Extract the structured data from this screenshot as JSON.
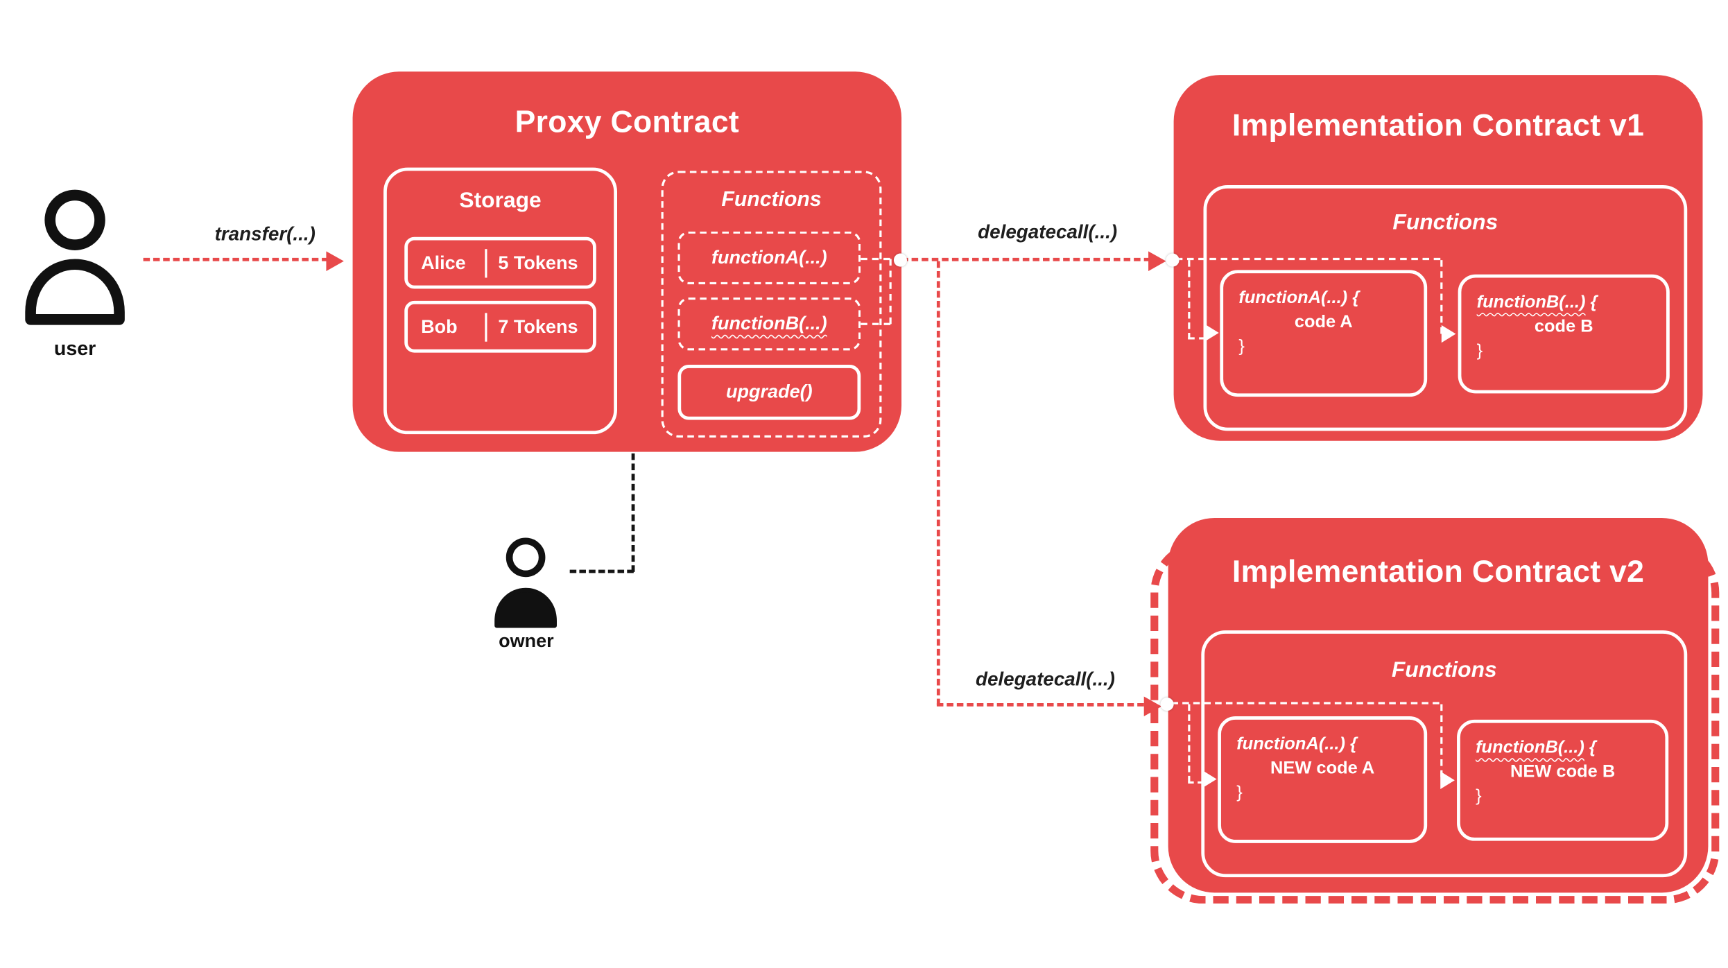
{
  "colors": {
    "red": "#e8494a",
    "white": "#ffffff",
    "black": "#151515"
  },
  "user": {
    "label": "user"
  },
  "owner": {
    "label": "owner"
  },
  "labels": {
    "transfer": "transfer(...)",
    "delegatecall_v1": "delegatecall(...)",
    "delegatecall_v2": "delegatecall(...)"
  },
  "proxy": {
    "title": "Proxy Contract",
    "storage": {
      "title": "Storage",
      "rows": [
        {
          "name": "Alice",
          "tokens": "5 Tokens"
        },
        {
          "name": "Bob",
          "tokens": "7 Tokens"
        }
      ]
    },
    "functions": {
      "title": "Functions",
      "fnA": "functionA(...)",
      "fnB": "functionB(...)",
      "upgrade": "upgrade()"
    }
  },
  "impl_v1": {
    "title": "Implementation Contract v1",
    "functions_title": "Functions",
    "fnA": {
      "sig": "functionA(...)",
      "brace": " {",
      "body": "code A",
      "close": "}"
    },
    "fnB": {
      "sig": "functionB(...)",
      "brace": " {",
      "body": "code B",
      "close": "}"
    }
  },
  "impl_v2": {
    "title": "Implementation Contract v2",
    "functions_title": "Functions",
    "fnA": {
      "sig": "functionA(...)",
      "brace": " {",
      "body": "NEW code A",
      "close": "}"
    },
    "fnB": {
      "sig": "functionB(...)",
      "brace": " {",
      "body": "NEW code B",
      "close": "}"
    }
  }
}
